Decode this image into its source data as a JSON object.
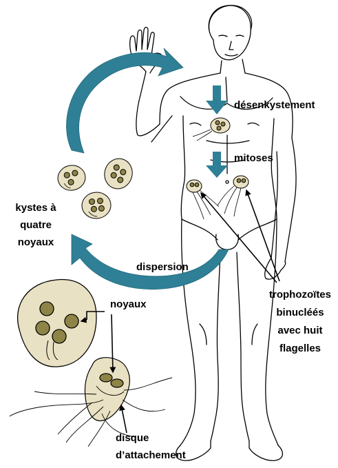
{
  "labels": {
    "desenkystement": "désenkystement",
    "mitoses": "mitoses",
    "dispersion": "dispersion",
    "kystes_line1": "kystes à",
    "kystes_line2": "quatre",
    "kystes_line3": "noyaux",
    "noyaux": "noyaux",
    "tropho_line1": "trophozoïtes",
    "tropho_line2": "binucléés",
    "tropho_line3": "avec huit",
    "tropho_line4": "flagelles",
    "disque_line1": "disque",
    "disque_line2": "d’attachement"
  },
  "colors": {
    "cycle_arrow": "#2f8096",
    "cyst_fill": "#e9e1c3",
    "nucleus_fill": "#8f8447",
    "line": "#000000"
  },
  "icons": [
    "human-figure",
    "cyst",
    "trophozoite",
    "cycle-arrow",
    "down-arrow"
  ]
}
